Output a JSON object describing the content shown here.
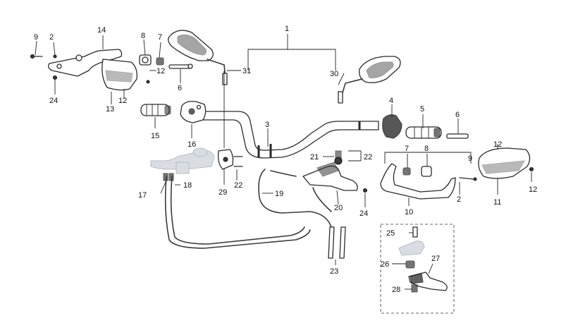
{
  "callouts": [
    {
      "id": "c1",
      "label": "1"
    },
    {
      "id": "c2a",
      "label": "2"
    },
    {
      "id": "c2b",
      "label": "2"
    },
    {
      "id": "c3",
      "label": "3"
    },
    {
      "id": "c4",
      "label": "4"
    },
    {
      "id": "c5",
      "label": "5"
    },
    {
      "id": "c6a",
      "label": "6"
    },
    {
      "id": "c6b",
      "label": "6"
    },
    {
      "id": "c7a",
      "label": "7"
    },
    {
      "id": "c7b",
      "label": "7"
    },
    {
      "id": "c8a",
      "label": "8"
    },
    {
      "id": "c8b",
      "label": "8"
    },
    {
      "id": "c9a",
      "label": "9"
    },
    {
      "id": "c9b",
      "label": "9"
    },
    {
      "id": "c10",
      "label": "10"
    },
    {
      "id": "c11",
      "label": "11"
    },
    {
      "id": "c12a",
      "label": "12"
    },
    {
      "id": "c12b",
      "label": "12"
    },
    {
      "id": "c12c",
      "label": "12"
    },
    {
      "id": "c12d",
      "label": "12"
    },
    {
      "id": "c13",
      "label": "13"
    },
    {
      "id": "c14",
      "label": "14"
    },
    {
      "id": "c15",
      "label": "15"
    },
    {
      "id": "c16",
      "label": "16"
    },
    {
      "id": "c17",
      "label": "17"
    },
    {
      "id": "c18",
      "label": "18"
    },
    {
      "id": "c19",
      "label": "19"
    },
    {
      "id": "c20",
      "label": "20"
    },
    {
      "id": "c21",
      "label": "21"
    },
    {
      "id": "c22a",
      "label": "22"
    },
    {
      "id": "c22b",
      "label": "22"
    },
    {
      "id": "c23",
      "label": "23"
    },
    {
      "id": "c24a",
      "label": "24"
    },
    {
      "id": "c24b",
      "label": "24"
    },
    {
      "id": "c25",
      "label": "25"
    },
    {
      "id": "c26",
      "label": "26"
    },
    {
      "id": "c27",
      "label": "27"
    },
    {
      "id": "c28",
      "label": "28"
    },
    {
      "id": "c29",
      "label": "29"
    },
    {
      "id": "c30",
      "label": "30"
    },
    {
      "id": "c31",
      "label": "31"
    }
  ]
}
